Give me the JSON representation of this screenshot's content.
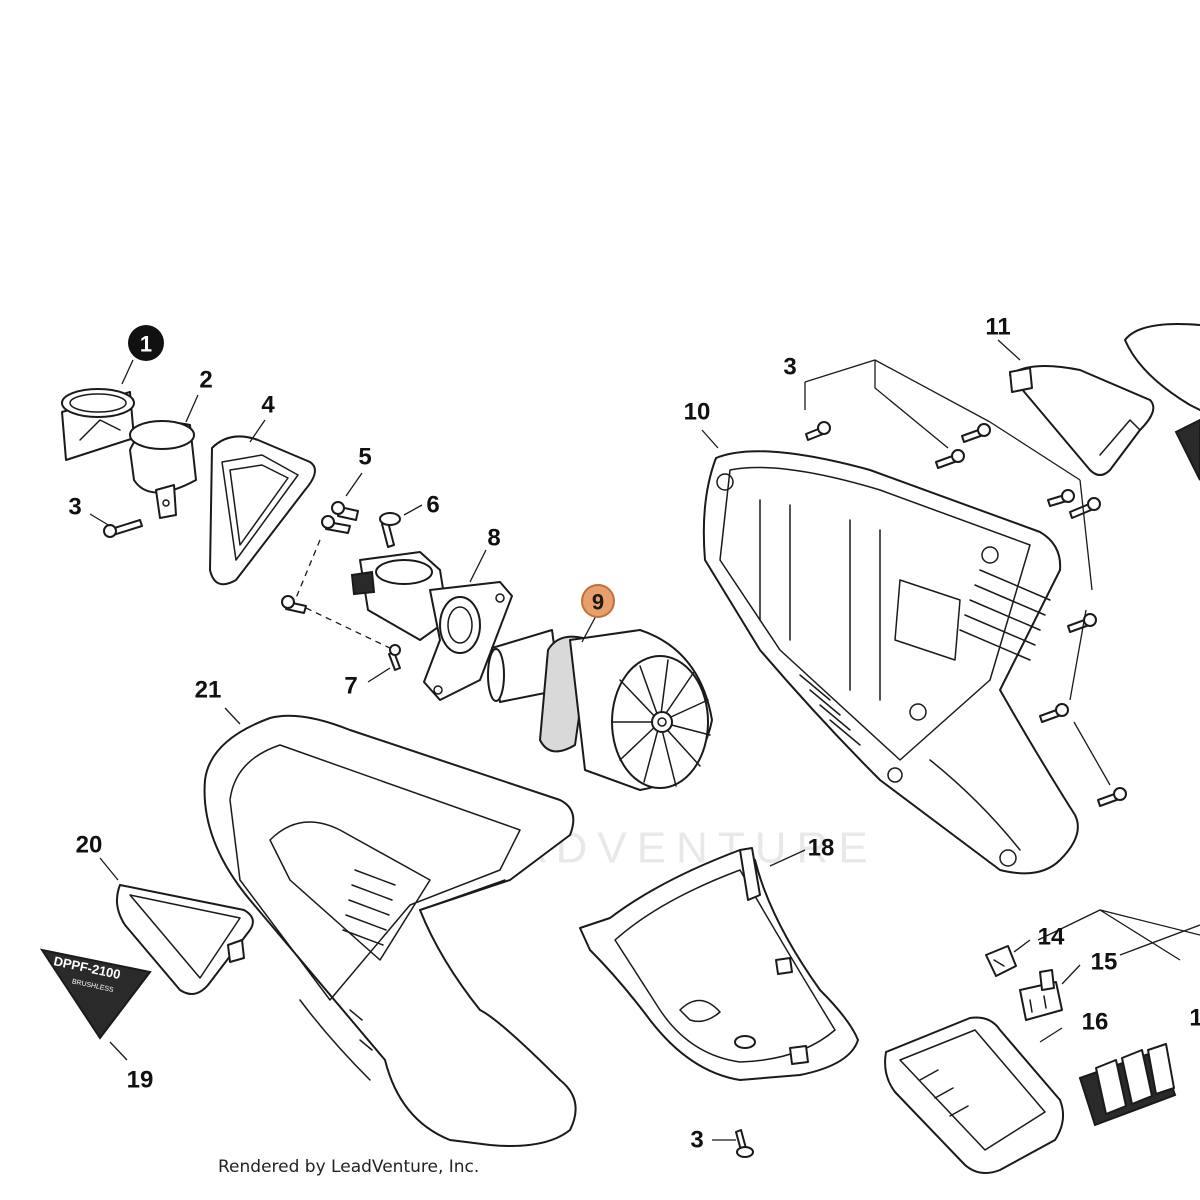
{
  "watermark": "LEADVENTURE",
  "footer": "Rendered by LeadVenture, Inc.",
  "decal": {
    "title": "DPPF-2100",
    "subtitle": "BRUSHLESS"
  },
  "callouts": {
    "c1": "1",
    "c2": "2",
    "c3a": "3",
    "c3b": "3",
    "c3c": "3",
    "c4": "4",
    "c5": "5",
    "c6": "6",
    "c7": "7",
    "c8": "8",
    "c9": "9",
    "c10": "10",
    "c11": "11",
    "c14": "14",
    "c15": "15",
    "c16": "16",
    "c17": "1",
    "c18": "18",
    "c19": "19",
    "c20": "20",
    "c21": "21"
  },
  "colors": {
    "selected_badge": "#e8a06a",
    "selected_badge_stroke": "#c0703a",
    "badge_black": "#111111"
  }
}
